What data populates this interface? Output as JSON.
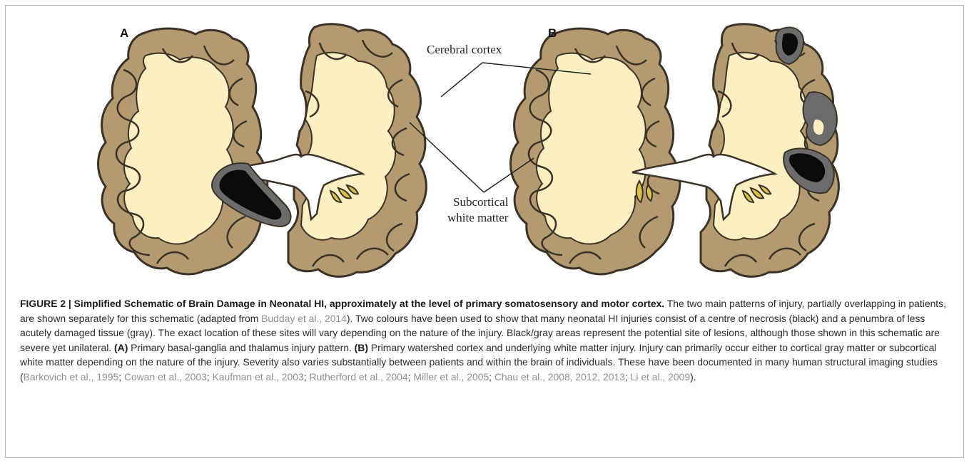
{
  "figure": {
    "panel_a_label": "A",
    "panel_b_label": "B",
    "callout_cortex": "Cerebral cortex",
    "callout_wm_line1": "Subcortical",
    "callout_wm_line2": "white matter",
    "colors": {
      "cortex": "#b39a71",
      "cortex_outline": "#3a3226",
      "white_matter": "#fcefc1",
      "necrosis": "#0b0b0b",
      "penumbra": "#6b6b6b",
      "basal_ganglia": "#d8c04a",
      "ventricle": "#ffffff"
    }
  },
  "caption": {
    "title": "FIGURE 2 | Simplified Schematic of Brain Damage in Neonatal HI, approximately at the level of primary somatosensory and motor cortex.",
    "t1": " The two main patterns of injury, partially overlapping in patients, are shown separately for this schematic (adapted from ",
    "r1": "Budday et al., 2014",
    "t2": "). Two colours have been used to show that many neonatal HI injuries consist of a centre of necrosis (black) and a penumbra of less acutely damaged tissue (gray). The exact location of these sites will vary depending on the nature of the injury. Black/gray areas represent the potential site of lesions, although those shown in this schematic are severe yet unilateral. ",
    "a_label": "(A)",
    "a_text": " Primary basal-ganglia and thalamus injury pattern. ",
    "b_label": "(B)",
    "b_text": " Primary watershed cortex and underlying white matter injury. Injury can primarily occur either to cortical gray matter or subcortical white matter depending on the nature of the injury. Severity also varies substantially between patients and within the brain of individuals. These have been documented in many human structural imaging studies (",
    "r2": "Barkovich et al., 1995",
    "s1": "; ",
    "r3": "Cowan et al., 2003",
    "s2": "; ",
    "r4": "Kaufman et al., 2003",
    "s3": "; ",
    "r5": "Rutherford et al., 2004",
    "s4": "; ",
    "r6": "Miller et al., 2005",
    "s5": "; ",
    "r7": "Chau et al., 2008, 2012, 2013",
    "s6": "; ",
    "r8": "Li et al., 2009",
    "end": ")."
  }
}
